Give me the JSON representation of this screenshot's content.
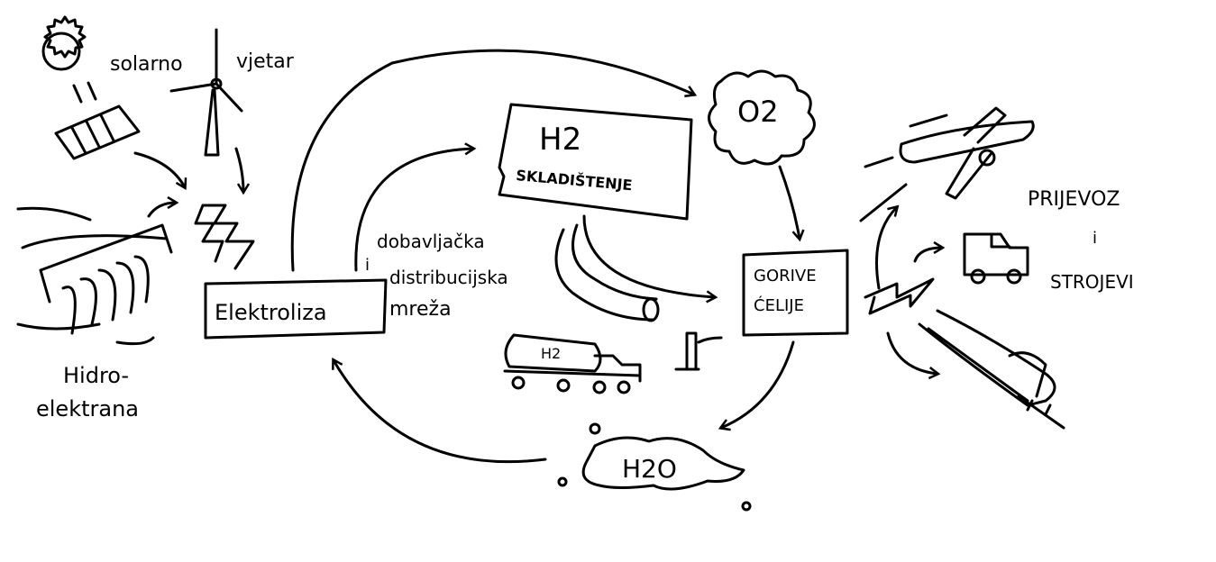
{
  "sources": {
    "solar": "solarno",
    "wind": "vjetar",
    "hydro_line1": "Hidro-",
    "hydro_line2": "elektrana"
  },
  "electrolysis": "Elektroliza",
  "network": {
    "line1": "dobavljačka",
    "line2": "i",
    "line3": "distribucijska",
    "line4": "mreža"
  },
  "storage": {
    "title": "H2",
    "label": "SKLADIŠTENJE"
  },
  "truck_label": "H2",
  "oxygen": "O2",
  "fuel_cells": {
    "line1": "GORIVE",
    "line2": "ĆELIJE"
  },
  "water": "H2O",
  "transport": {
    "line1": "PRIJEVOZ",
    "line2": "i",
    "line3": "STROJEVI"
  }
}
